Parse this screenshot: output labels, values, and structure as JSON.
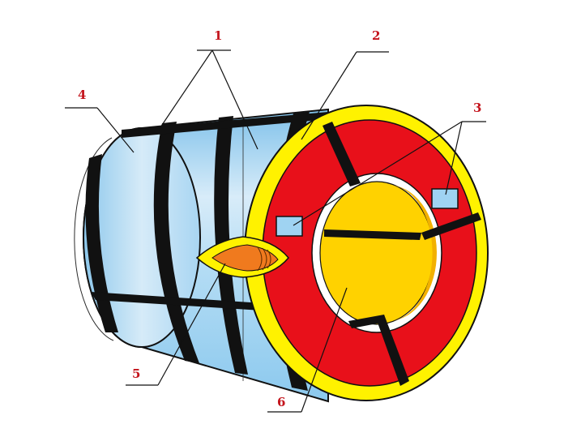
{
  "colors": {
    "coil_light": "#dceefa",
    "coil_mid": "#a9d6f3",
    "coil_dark": "#79bde8",
    "face_red": "#e8101a",
    "edge_yellow": "#fff200",
    "core_yellow": "#ffd200",
    "core_dark": "#f2b100",
    "band_black": "#111111",
    "label_blue": "#9fd3f2",
    "seal_orange": "#f07a1e",
    "callout_red": "#c4141c"
  },
  "callouts": [
    {
      "id": "1",
      "label": "1"
    },
    {
      "id": "2",
      "label": "2"
    },
    {
      "id": "3",
      "label": "3"
    },
    {
      "id": "4",
      "label": "4"
    },
    {
      "id": "5",
      "label": "5"
    },
    {
      "id": "6",
      "label": "6"
    }
  ]
}
